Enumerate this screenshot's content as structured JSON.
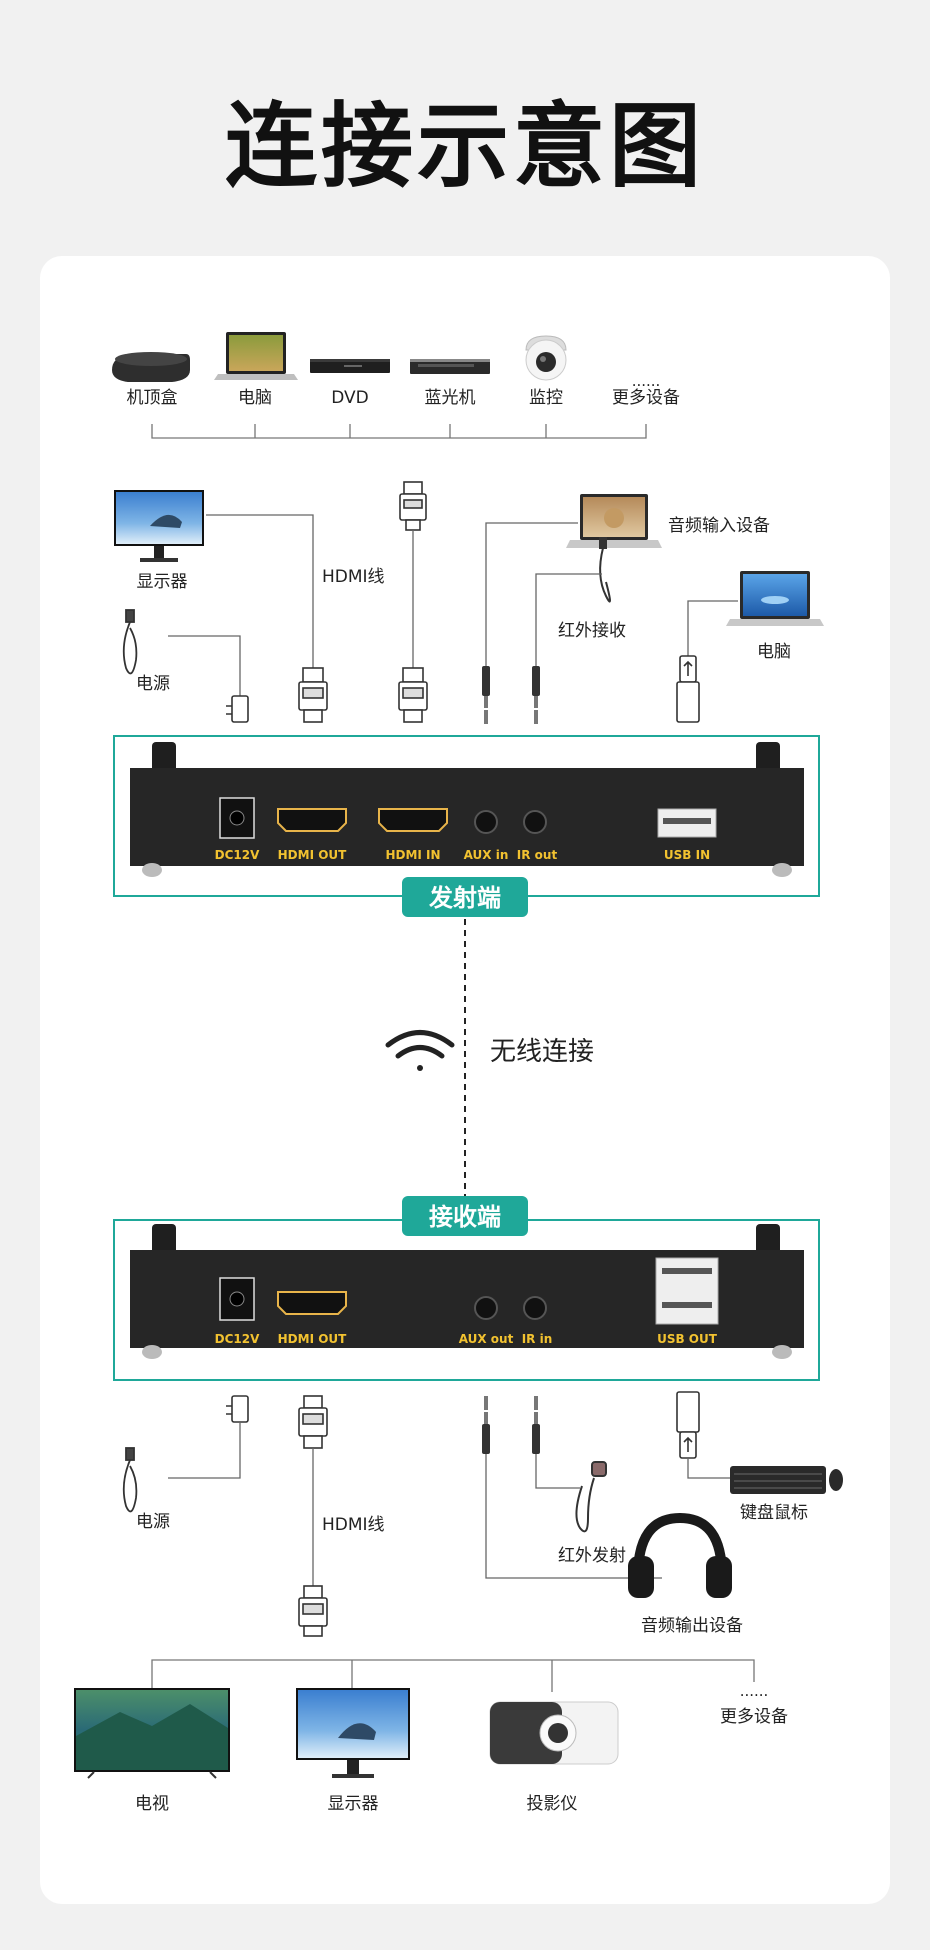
{
  "page": {
    "title": "连接示意图"
  },
  "sources": {
    "items": [
      {
        "label": "机顶盒",
        "icon": "set-top-box-icon"
      },
      {
        "label": "电脑",
        "icon": "laptop-icon"
      },
      {
        "label": "DVD",
        "icon": "dvd-player-icon"
      },
      {
        "label": "蓝光机",
        "icon": "bluray-player-icon"
      },
      {
        "label": "监控",
        "icon": "security-camera-icon"
      }
    ],
    "more": {
      "dots": "......",
      "label": "更多设备"
    }
  },
  "transmitter_side": {
    "monitor_label": "显示器",
    "power_label": "电源",
    "hdmi_cable_label": "HDMI线",
    "audio_input_label": "音频输入设备",
    "ir_receive_label": "红外接收",
    "pc_label": "电脑"
  },
  "transmitter": {
    "badge": "发射端",
    "ports": [
      "DC12V",
      "HDMI OUT",
      "HDMI IN",
      "AUX in",
      "IR out",
      "USB IN"
    ]
  },
  "wireless": {
    "label": "无线连接",
    "icon": "wifi-icon"
  },
  "receiver": {
    "badge": "接收端",
    "ports": [
      "DC12V",
      "HDMI OUT",
      "AUX out",
      "IR in",
      "USB OUT"
    ]
  },
  "receiver_side": {
    "power_label": "电源",
    "hdmi_cable_label": "HDMI线",
    "keyboard_mouse_label": "键盘鼠标",
    "ir_emit_label": "红外发射",
    "audio_output_label": "音频输出设备"
  },
  "displays": {
    "items": [
      {
        "label": "电视",
        "icon": "tv-icon"
      },
      {
        "label": "显示器",
        "icon": "monitor-icon"
      },
      {
        "label": "投影仪",
        "icon": "projector-icon"
      }
    ],
    "more": {
      "dots": "......",
      "label": "更多设备"
    }
  },
  "colors": {
    "accent": "#1fa899",
    "device": "#262626",
    "port_label": "#f2c230",
    "line": "#666666"
  }
}
